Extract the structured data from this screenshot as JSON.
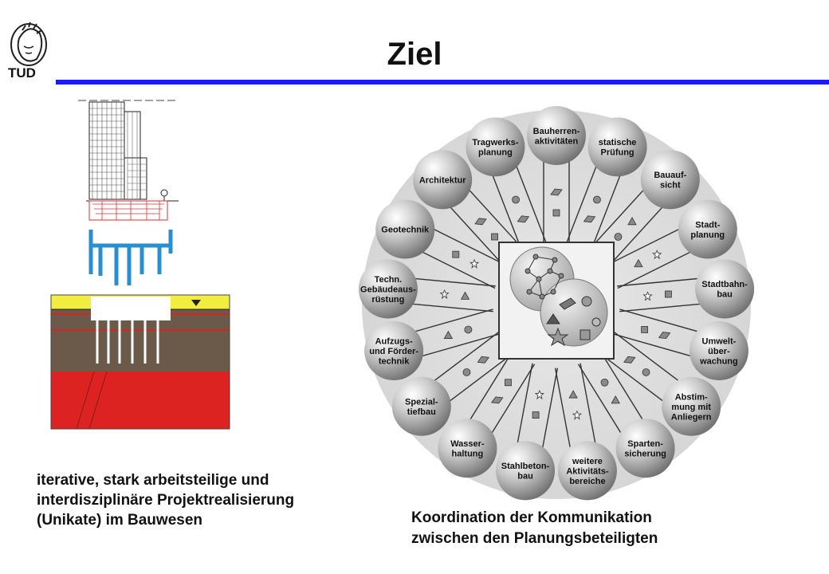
{
  "header": {
    "logo_text": "TUD",
    "title": "Ziel"
  },
  "left_caption": {
    "lines": [
      "iterative, stark arbeitsteilige und",
      "interdisziplinäre Projektrealisierung",
      "(Unikate) im Bauwesen"
    ]
  },
  "right_caption": {
    "lines": [
      "Koordination der Kommunikation",
      "zwischen den Planungsbeteiligten"
    ]
  },
  "diagram": {
    "nodes": [
      {
        "lines": [
          "Bauherren-",
          "aktivitäten"
        ]
      },
      {
        "lines": [
          "statische",
          "Prüfung"
        ]
      },
      {
        "lines": [
          "Bauauf-",
          "sicht"
        ]
      },
      {
        "lines": [
          "Stadt-",
          "planung"
        ]
      },
      {
        "lines": [
          "Stadtbahn-",
          "bau"
        ]
      },
      {
        "lines": [
          "Umwelt-",
          "über-",
          "wachung"
        ]
      },
      {
        "lines": [
          "Abstim-",
          "mung mit",
          "Anliegern"
        ]
      },
      {
        "lines": [
          "Sparten-",
          "sicherung"
        ]
      },
      {
        "lines": [
          "weitere",
          "Aktivitäts-",
          "bereiche"
        ]
      },
      {
        "lines": [
          "Stahlbeton-",
          "bau"
        ]
      },
      {
        "lines": [
          "Wasser-",
          "haltung"
        ]
      },
      {
        "lines": [
          "Spezial-",
          "tiefbau"
        ]
      },
      {
        "lines": [
          "Aufzugs-",
          "und Förder-",
          "technik"
        ]
      },
      {
        "lines": [
          "Techn.",
          "Gebäudeaus-",
          "rüstung"
        ]
      },
      {
        "lines": [
          "Geotechnik"
        ]
      },
      {
        "lines": [
          "Architektur"
        ]
      },
      {
        "lines": [
          "Tragwerks-",
          "planung"
        ]
      }
    ]
  },
  "colors": {
    "rule": "#1a1aff",
    "soil_red": "#dd2222",
    "soil_brown": "#6b5a4a",
    "pile_blue": "#2a8fd0",
    "sand_yellow": "#f2ee40"
  }
}
